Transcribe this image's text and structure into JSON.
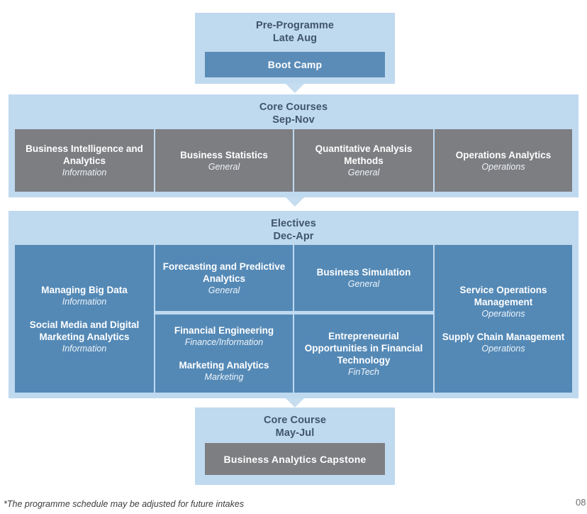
{
  "footnote": "*The programme schedule may be adjusted for future intakes",
  "corner_mark": "08",
  "colors": {
    "panel_light_blue": "#bfd9ef",
    "tile_gray": "#7d7e82",
    "tile_blue": "#5489b6",
    "bar_blue": "#5b8cb8",
    "heading_text": "#40556a",
    "connector": "#c6ddf0"
  },
  "stages": {
    "pre_programme": {
      "title": "Pre-Programme",
      "period": "Late Aug",
      "bar_label": "Boot Camp"
    },
    "core_courses": {
      "title": "Core Courses",
      "period": "Sep-Nov",
      "courses": [
        {
          "title": "Business Intelligence and Analytics",
          "category": "Information"
        },
        {
          "title": "Business Statistics",
          "category": "General"
        },
        {
          "title": "Quantitative Analysis Methods",
          "category": "General"
        },
        {
          "title": "Operations Analytics",
          "category": "Operations"
        }
      ]
    },
    "electives": {
      "title": "Electives",
      "period": "Dec-Apr",
      "columns": [
        {
          "cells": [
            {
              "courses": [
                {
                  "title": "Managing Big Data",
                  "category": "Information"
                },
                {
                  "title": "Social Media and Digital Marketing Analytics",
                  "category": "Information"
                }
              ]
            }
          ]
        },
        {
          "cells": [
            {
              "courses": [
                {
                  "title": "Forecasting and Predictive Analytics",
                  "category": "General"
                }
              ]
            },
            {
              "courses": [
                {
                  "title": "Financial Engineering",
                  "category": "Finance/Information"
                },
                {
                  "title": "Marketing Analytics",
                  "category": "Marketing"
                }
              ]
            }
          ]
        },
        {
          "cells": [
            {
              "courses": [
                {
                  "title": "Business Simulation",
                  "category": "General"
                }
              ]
            },
            {
              "courses": [
                {
                  "title": "Entrepreneurial Opportunities in Financial Technology",
                  "category": "FinTech"
                }
              ]
            }
          ]
        },
        {
          "cells": [
            {
              "courses": [
                {
                  "title": "Service Operations Management",
                  "category": "Operations"
                },
                {
                  "title": "Supply Chain Management",
                  "category": "Operations"
                }
              ]
            }
          ]
        }
      ]
    },
    "core_course_final": {
      "title": "Core Course",
      "period": "May-Jul",
      "bar_label": "Business Analytics Capstone"
    }
  }
}
